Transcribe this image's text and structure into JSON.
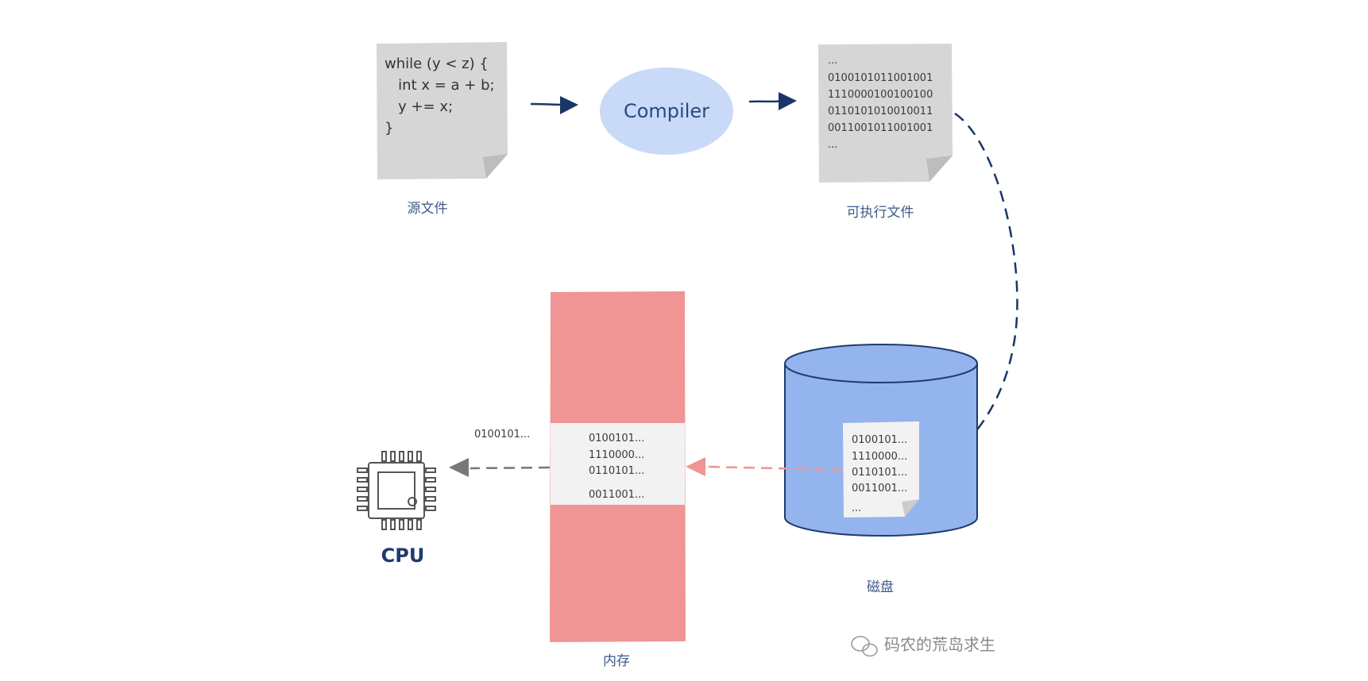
{
  "source_file": {
    "code_lines": [
      "while (y < z) {",
      "   int x = a + b;",
      "   y += x;",
      "}"
    ],
    "caption": "源文件"
  },
  "compiler": {
    "label": "Compiler"
  },
  "executable": {
    "lines": [
      "...",
      "0100101011001001",
      "1110000100100100",
      "0110101010010011",
      "0011001011001001",
      "..."
    ],
    "caption": "可执行文件"
  },
  "disk": {
    "lines": [
      "0100101...",
      "1110000...",
      "0110101...",
      "0011001...",
      "..."
    ],
    "caption": "磁盘"
  },
  "memory": {
    "lines": [
      "0100101...",
      "1110000...",
      "0110101...",
      "0011001..."
    ],
    "caption": "内存"
  },
  "cpu": {
    "label": "CPU",
    "incoming_data": "0100101..."
  },
  "watermark": {
    "text": "码农的荒岛求生"
  },
  "colors": {
    "doc_fill": "#d6d6d6",
    "compiler_fill": "#c9daf8",
    "disk_fill": "#93b4ec",
    "disk_stroke": "#1f3b6e",
    "memory_fill": "#f09494",
    "memory_panel": "#f2f2f2",
    "arrow_dark": "#1a3668",
    "arrow_pink": "#f09494",
    "arrow_gray": "#777777"
  }
}
